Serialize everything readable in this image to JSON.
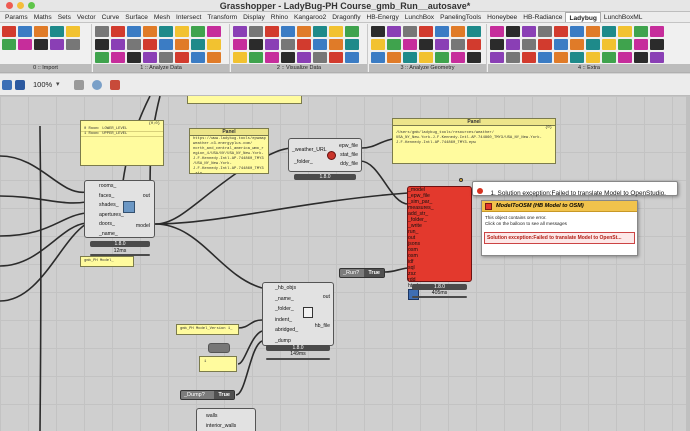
{
  "window": {
    "title": "Grasshopper - LadyBug-PH Course_gmb_Run__autosave*"
  },
  "menu_tabs": [
    {
      "label": "Params",
      "active": false
    },
    {
      "label": "Maths",
      "active": false
    },
    {
      "label": "Sets",
      "active": false
    },
    {
      "label": "Vector",
      "active": false
    },
    {
      "label": "Curve",
      "active": false
    },
    {
      "label": "Surface",
      "active": false
    },
    {
      "label": "Mesh",
      "active": false
    },
    {
      "label": "Intersect",
      "active": false
    },
    {
      "label": "Transform",
      "active": false
    },
    {
      "label": "Display",
      "active": false
    },
    {
      "label": "Rhino",
      "active": false
    },
    {
      "label": "Kangaroo2",
      "active": false
    },
    {
      "label": "Dragonfly",
      "active": false
    },
    {
      "label": "HB-Energy",
      "active": false
    },
    {
      "label": "LunchBox",
      "active": false
    },
    {
      "label": "PanelingTools",
      "active": false
    },
    {
      "label": "Honeybee",
      "active": false
    },
    {
      "label": "HB-Radiance",
      "active": false
    },
    {
      "label": "Ladybug",
      "active": true
    },
    {
      "label": "LunchBoxML",
      "active": false
    }
  ],
  "ribbon_groups": [
    {
      "label": "0 :: Import"
    },
    {
      "label": "1 :: Analyze Data"
    },
    {
      "label": "2 :: Visualize Data"
    },
    {
      "label": "3 :: Analyze Geometry"
    },
    {
      "label": "4 :: Extra"
    }
  ],
  "toolbar": {
    "zoom": "100%"
  },
  "panels": {
    "levels_lines": [
      "{0;0}",
      "0 Room: LOWER_LEVEL",
      "1 Room: UPPER_LEVEL"
    ],
    "url_title": "Panel",
    "url_text": "https://www.ladybug.tools/epwmap\nweather.c3.energyplus.com/\nnorth_and_central_america_wmo_r\negion_4/USA/NY/USA_NY_New.York-\nJ.F.Kennedy.Intl.AP.744860_TMY3\n/USA_NY_New.York-\nJ.F.Kennedy.Intl.AP.744860_TMY3\n.zip",
    "epw_title": "Panel",
    "epw_index": "{0}",
    "epw_text": "/Users/gmb/ladybug_tools/resources/weather/\nUSA_NY_New.York-J.F.Kennedy.Intl.AP.744860_TMY3/USA_NY_New.York-\nJ.F.Kennedy.Intl.AP.744860_TMY3.epw",
    "model_name": "gmb_PH Model_",
    "model_version": "gmb_PH Model_Version 1_",
    "one": "1"
  },
  "weather": {
    "in_url": "_weather_URL",
    "in_folder": "_folder_",
    "out_epw": "epw_file",
    "out_stat": "stat_file",
    "out_ddy": "ddy_file",
    "version": "1.8.0"
  },
  "model_comp": {
    "inputs": [
      "rooms_",
      "faces_",
      "shades_",
      "apertures_",
      "doors_",
      "_name_"
    ],
    "out_top": "out",
    "out_model": "model",
    "version": "1.8.0",
    "time": "12ms"
  },
  "osm_comp": {
    "inputs": [
      "_model",
      "_epw_file",
      "_sim_par_",
      "measures_",
      "add_str_",
      "_folder_",
      "_write",
      "run_"
    ],
    "outputs": [
      "out",
      "jsons",
      "osm",
      "osm",
      "idf",
      "sql",
      "zsz",
      "rdd",
      "html"
    ],
    "version": "1.8.0",
    "time": "405ms"
  },
  "hbjson_comp": {
    "inputs": [
      "_hb_objs",
      "_name_",
      "_folder_",
      "indent_",
      "abridged_",
      "_dump"
    ],
    "out_top": "out",
    "out_file": "hb_file",
    "version": "1.8.0",
    "time": "149ms"
  },
  "toggles": {
    "run_label": "_Run?",
    "run_value": "True",
    "dump_label": "_Dump?",
    "dump_value": "True"
  },
  "error_balloon": {
    "text": "1. Solution exception:Failed to translate Model to OpenStudio."
  },
  "info_popup": {
    "title": "ModelToOSM (HB Model to OSM)",
    "line1": "This object contains one error.",
    "line2": "Click on the balloon to see all messages",
    "error": "Solution exception:Failed to translate Model to OpenSt..."
  },
  "bottom_list": {
    "items": [
      "walls",
      "interior_walls"
    ]
  },
  "colors": {
    "accent_red": "#e3392d",
    "panel_yellow": "#fffb9e",
    "popup_header": "#f1c34c"
  }
}
